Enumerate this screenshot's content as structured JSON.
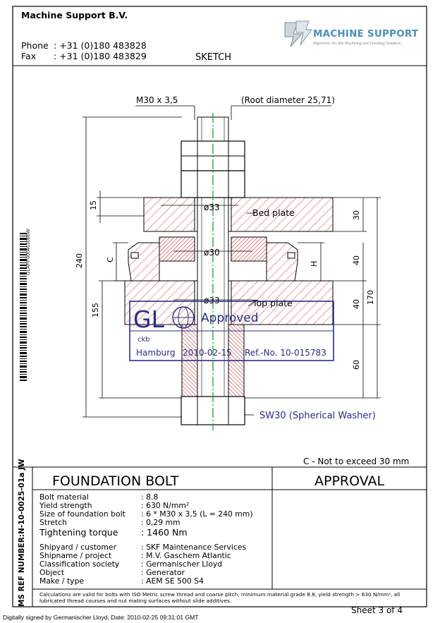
{
  "header": {
    "company": "Machine Support B.V.",
    "phone_label": "Phone",
    "phone": ": +31 (0)180 483828",
    "fax_label": "Fax",
    "fax": ": +31 (0)180 483829",
    "sheet_title": "SKETCH",
    "logo_text": "MACHINE SUPPORT",
    "logo_tagline": "Alignment, On-Site Machining and Chocking Solutions"
  },
  "side_code": "GLAPP0004630B6W",
  "drawing": {
    "thread_label": "M30 x 3,5",
    "root_label": "(Root diameter 25,71)",
    "dia_top": "ø33",
    "dia_mid": "ø30",
    "dia_low": "ø33",
    "bed_plate": "Bed plate",
    "top_plate": "Top plate",
    "washer_label": "SW30 (Spherical Washer)",
    "dims": {
      "d15": "15",
      "d240": "240",
      "dC": "C",
      "d155": "155",
      "d30": "30",
      "d40a": "40",
      "dH": "H",
      "d40b": "40",
      "d170": "170",
      "d60": "60"
    }
  },
  "stamp": {
    "gl": "GL",
    "approved": "Approved",
    "initials": "ckb",
    "city": "Hamburg",
    "date": "2010-02-15",
    "ref": "Ref.-No. 10-015783"
  },
  "c_note": "C - Not to exceed 30 mm",
  "title_block": {
    "title": "FOUNDATION BOLT",
    "approval": "APPROVAL",
    "ms_ref": "MS REF NUMBER:N-10-0025-01a JW",
    "specs": [
      {
        "label": "Bolt material",
        "value": ": 8.8"
      },
      {
        "label": "Yield strength",
        "value": ": 630 N/mm²"
      },
      {
        "label": "Size of foundation bolt",
        "value": ": 6 * M30 x 3,5 (L = 240 mm)"
      },
      {
        "label": "Stretch",
        "value": ": 0,29 mm"
      },
      {
        "label": "Tightening torque",
        "value": ": 1460 Nm"
      }
    ],
    "project": [
      {
        "label": "Shipyard / customer",
        "value": ": SKF Maintenance Services"
      },
      {
        "label": "Shipname / project",
        "value": ": M.V. Gaschem Atlantic"
      },
      {
        "label": "Classification society",
        "value": ": Germanischer Lloyd"
      },
      {
        "label": "Object",
        "value": ": Generator"
      },
      {
        "label": "Make / type",
        "value": ": AEM SE 500 S4"
      }
    ],
    "note": "Calculations are valid for bolts with ISO Metric screw thread and coarse pitch, minimum material grade 8.8, yield strength > 630 N/mm², all lubricated thread courses and nut mating surfaces without slide additives."
  },
  "sheet_number": "Sheet 3 of 4",
  "signed_by": "Digitally signed by Germanischer Lloyd, Date: 2010-02-25 09:31:01 GMT"
}
